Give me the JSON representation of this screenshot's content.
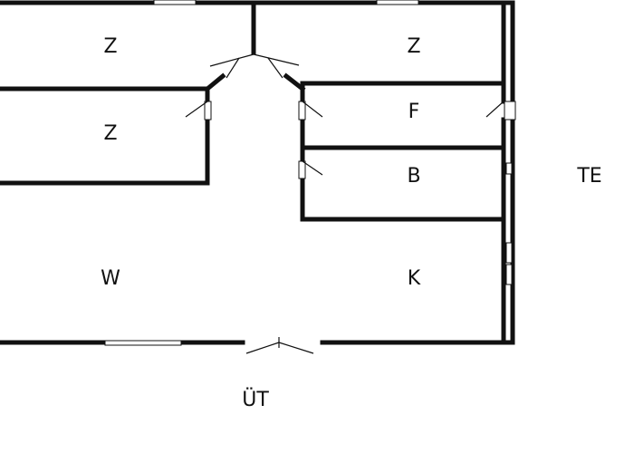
{
  "plan": {
    "rooms": [
      {
        "id": "z1",
        "label": "Z"
      },
      {
        "id": "z2",
        "label": "Z"
      },
      {
        "id": "z3",
        "label": "Z"
      },
      {
        "id": "f",
        "label": "F"
      },
      {
        "id": "b",
        "label": "B"
      },
      {
        "id": "w",
        "label": "W"
      },
      {
        "id": "k",
        "label": "K"
      }
    ],
    "outside": [
      {
        "id": "te",
        "label": "TE"
      },
      {
        "id": "ut",
        "label": "ÜT"
      }
    ]
  },
  "colors": {
    "wall": "#111111",
    "background": "#ffffff"
  }
}
